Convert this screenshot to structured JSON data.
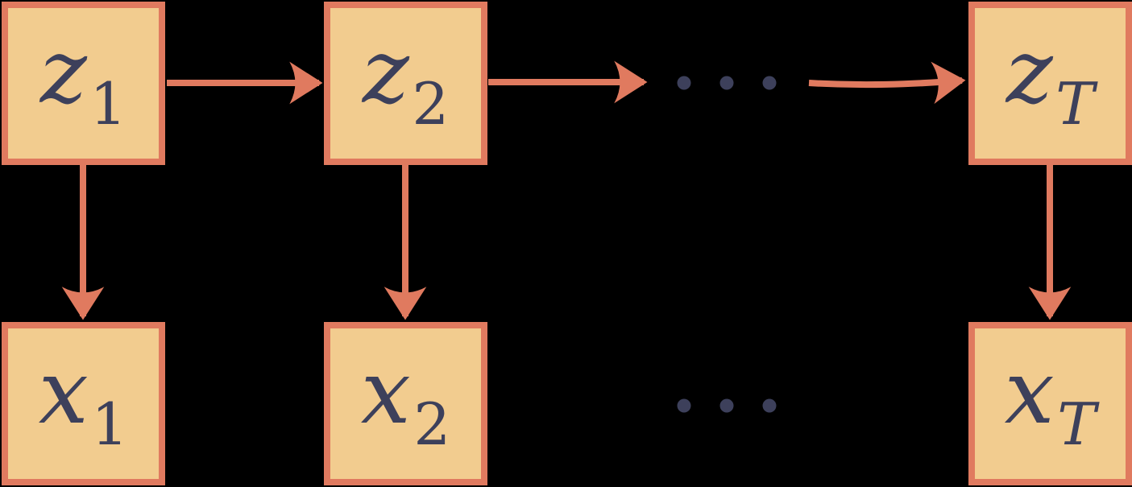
{
  "diagram": {
    "type": "graphical-model",
    "description": "Hidden Markov model: latent chain z1 -> z2 -> ... -> zT with emissions to x1, x2, ..., xT"
  },
  "colors": {
    "background": "#000000",
    "node_fill": "#F2CC8F",
    "node_border": "#E07A5F",
    "arrow": "#E07A5F",
    "ink": "#3D405B"
  },
  "nodes": {
    "z1": {
      "main": "z",
      "sub": "1"
    },
    "z2": {
      "main": "z",
      "sub": "2"
    },
    "zT": {
      "main": "z",
      "sub": "T"
    },
    "x1": {
      "main": "x",
      "sub": "1"
    },
    "x2": {
      "main": "x",
      "sub": "2"
    },
    "xT": {
      "main": "x",
      "sub": "T"
    }
  },
  "ellipsis": {
    "top": "⋯",
    "bottom": "⋯"
  },
  "edges": [
    {
      "from": "z1",
      "to": "z2"
    },
    {
      "from": "z2",
      "to": "ellipsis-top"
    },
    {
      "from": "ellipsis-top",
      "to": "zT"
    },
    {
      "from": "z1",
      "to": "x1"
    },
    {
      "from": "z2",
      "to": "x2"
    },
    {
      "from": "zT",
      "to": "xT"
    }
  ]
}
